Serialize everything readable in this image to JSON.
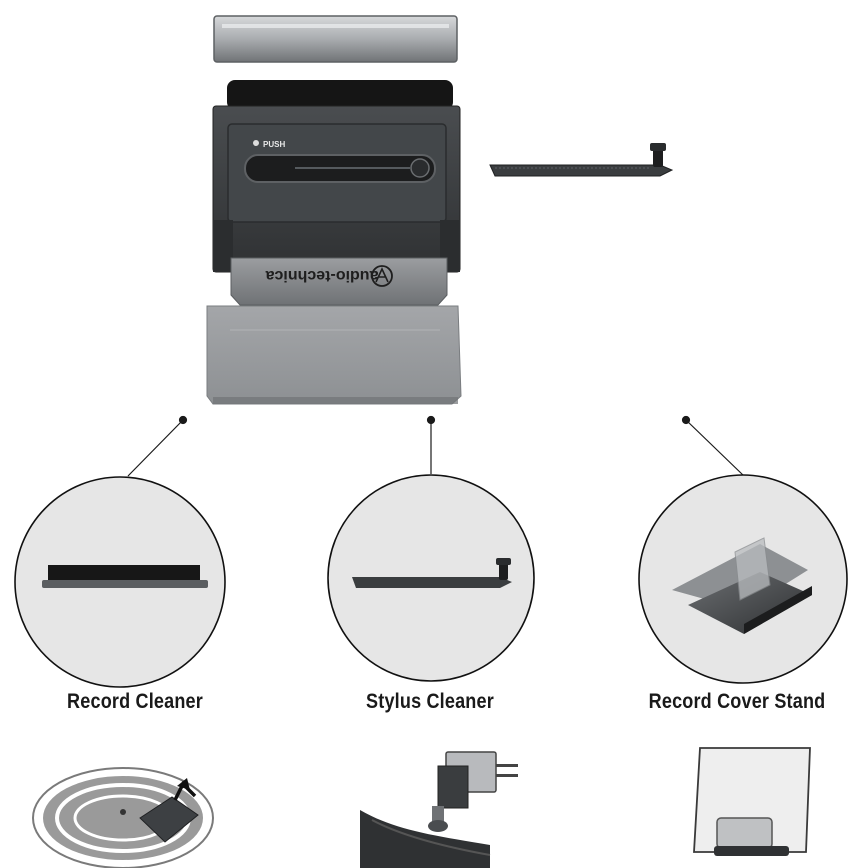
{
  "product": {
    "brand_text": "audio-technica",
    "push_label": "PUSH"
  },
  "components": [
    {
      "label": "Record Cleaner"
    },
    {
      "label": "Stylus Cleaner"
    },
    {
      "label": "Record Cover Stand"
    }
  ],
  "colors": {
    "body_dark": "#3a3d3f",
    "tray_grey": "#8c8e90",
    "circle_fill": "#e6e6e6",
    "brush_black": "#161616",
    "text": "#1a1a1a"
  },
  "icons": [
    "record-turntable-icon",
    "cartridge-stylus-icon",
    "cover-stand-icon"
  ]
}
